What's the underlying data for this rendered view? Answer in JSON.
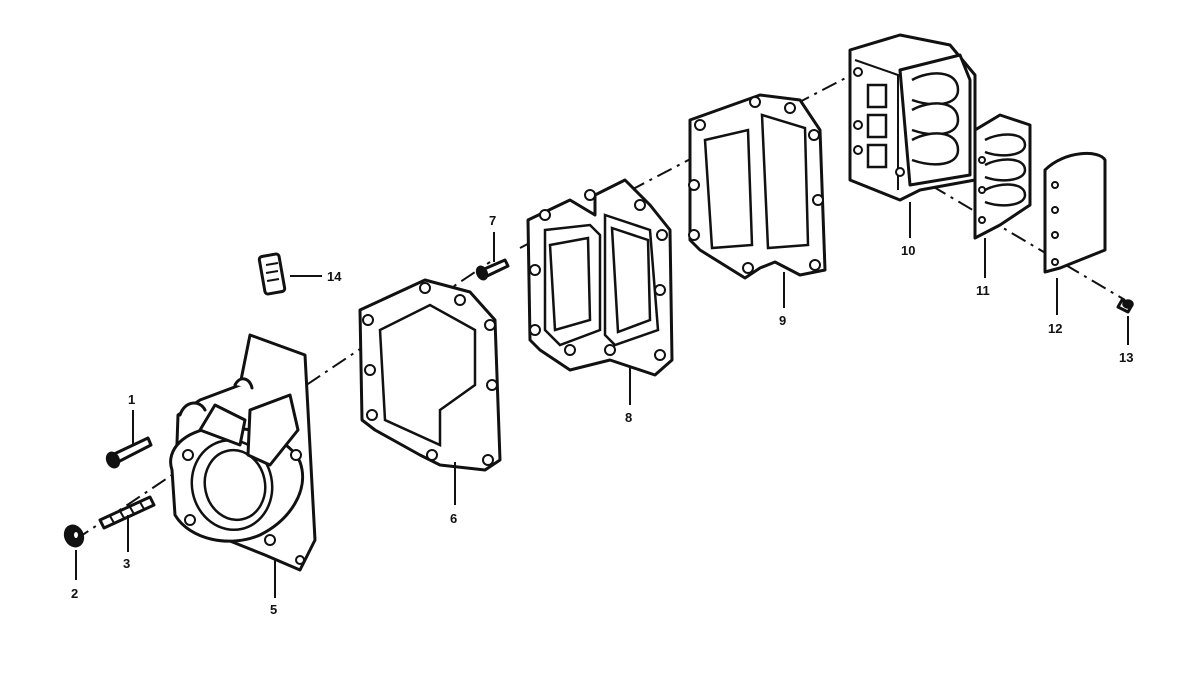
{
  "diagram": {
    "callouts": {
      "p1": "1",
      "p2": "2",
      "p3": "3",
      "p5": "5",
      "p6": "6",
      "p7": "7",
      "p8": "8",
      "p9": "9",
      "p10": "10",
      "p11": "11",
      "p12": "12",
      "p13": "13",
      "p14": "14"
    }
  }
}
